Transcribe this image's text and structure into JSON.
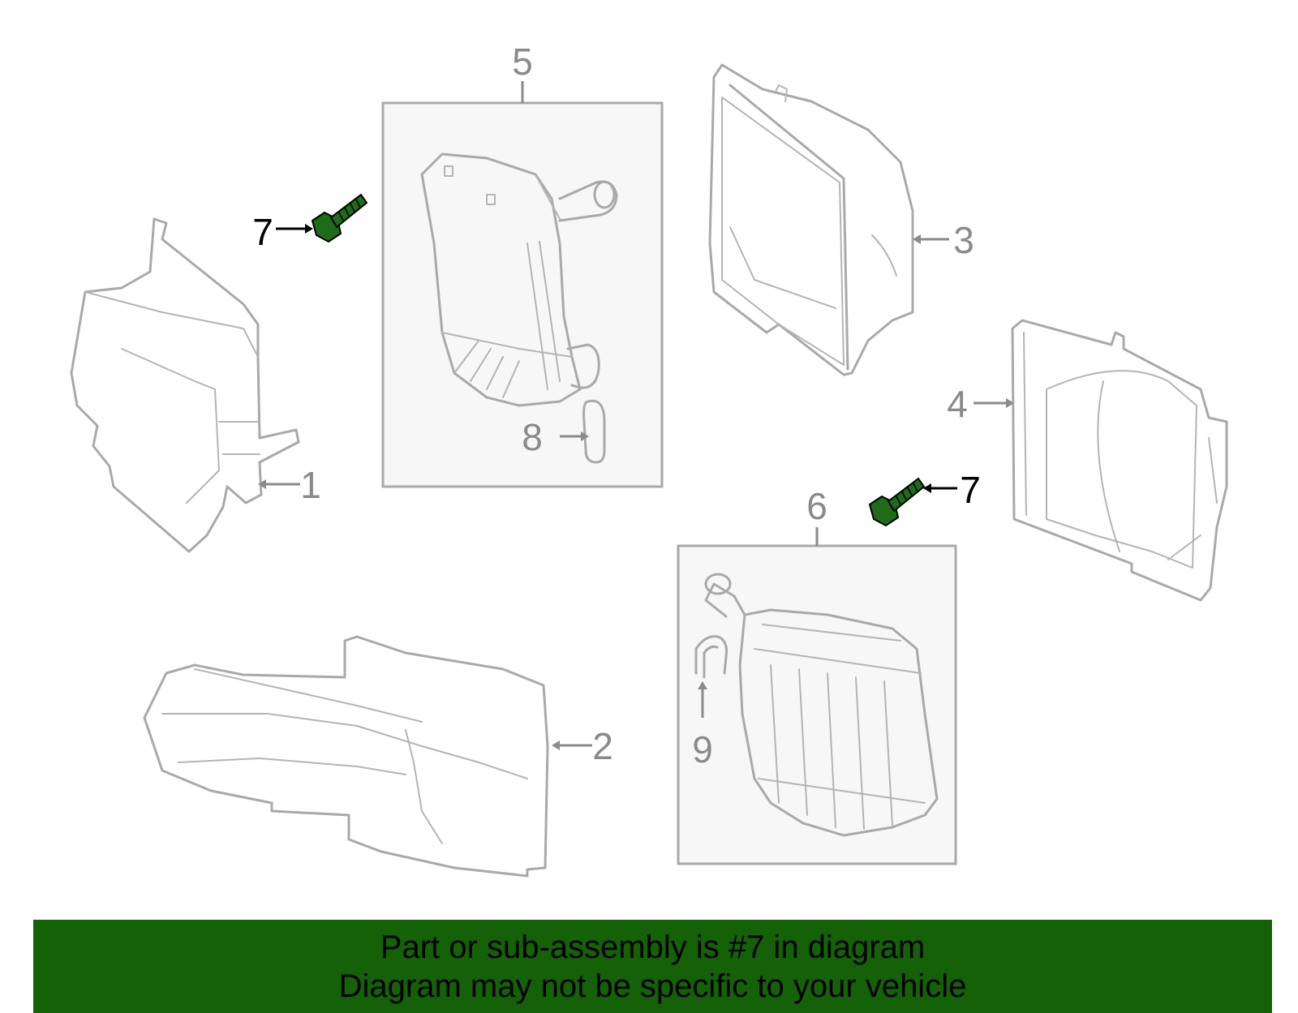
{
  "diagram": {
    "callouts": {
      "c1": "1",
      "c2": "2",
      "c3": "3",
      "c4": "4",
      "c5": "5",
      "c6": "6",
      "c7_left": "7",
      "c7_right": "7",
      "c8": "8",
      "c9": "9"
    },
    "highlighted_part": "7",
    "colors": {
      "highlight_part": "#1f6b1a",
      "outline": "#a9a9a9",
      "subassembly_box_fill": "#f7f7f7",
      "banner": "#146108"
    }
  },
  "banner": {
    "line1": "Part or sub-assembly is #7 in diagram",
    "line2": "Diagram may not be specific to your vehicle"
  }
}
